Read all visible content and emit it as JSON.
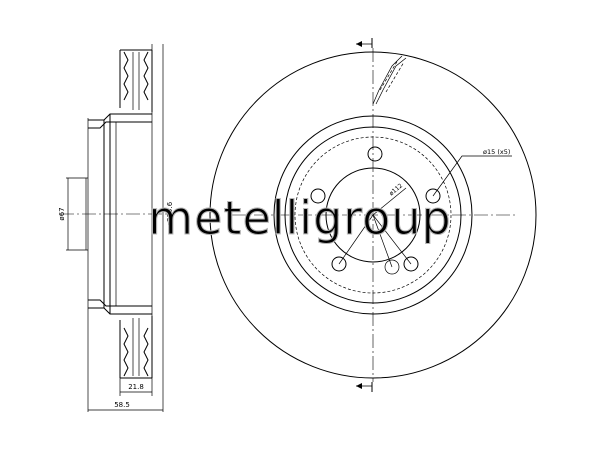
{
  "side_view": {
    "dim_hub_diameter": "ø67",
    "dim_disc_diameter": "ø299.6",
    "dim_disc_thickness": "21.8",
    "dim_total_height": "58.5"
  },
  "front_view": {
    "dim_bolt_circle": "ø112",
    "dim_bolt_holes": "ø15 (x5)"
  },
  "watermark": "metelligroup"
}
